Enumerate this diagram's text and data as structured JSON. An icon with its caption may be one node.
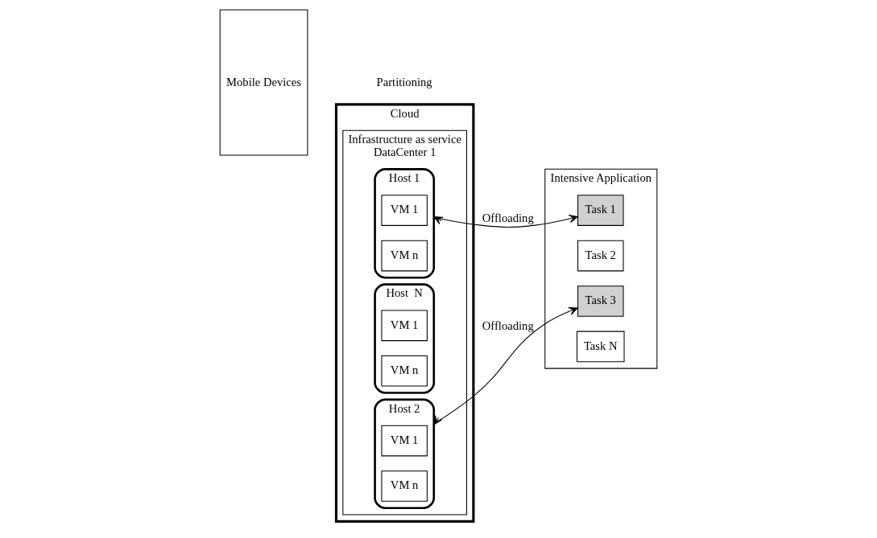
{
  "diagram": {
    "nodes": [
      {
        "text": [
          "Mobile Devices"
        ]
      },
      {
        "text": [
          "Intensive Application"
        ]
      },
      {
        "text": [
          "Task 1"
        ],
        "in": 1
      },
      {
        "text": [
          "Task 2"
        ],
        "in": 1
      },
      {
        "text": [
          "Task 3"
        ],
        "in": 1
      },
      {
        "text": [
          "Task N"
        ],
        "in": 1
      },
      {
        "text": [
          "Cloud"
        ]
      },
      {
        "text": [
          "Infrastructure as service",
          "DataCenter 1"
        ],
        "in": 6
      },
      {
        "text": [
          "Host 1"
        ],
        "in": 7
      },
      {
        "text": [
          "VM 1"
        ],
        "in": 8
      },
      {
        "text": [
          "VM n"
        ],
        "in": 8
      },
      {
        "text": [
          "Host  N"
        ],
        "in": 7
      },
      {
        "text": [
          "VM 1"
        ],
        "in": 11
      },
      {
        "text": [
          "VM n"
        ],
        "in": 11
      },
      {
        "text": [
          "Host 2"
        ],
        "in": 7
      },
      {
        "text": [
          "VM 1"
        ],
        "in": 14
      },
      {
        "text": [
          "VM n"
        ],
        "in": 14
      }
    ],
    "edges": [
      {
        "from": 8,
        "to": 2,
        "arrow": "both",
        "label": "Offloading"
      },
      {
        "from": 14,
        "to": 4,
        "arrow": "both",
        "label": "Offloading"
      }
    ],
    "labels": [
      "Partitioning"
    ]
  }
}
